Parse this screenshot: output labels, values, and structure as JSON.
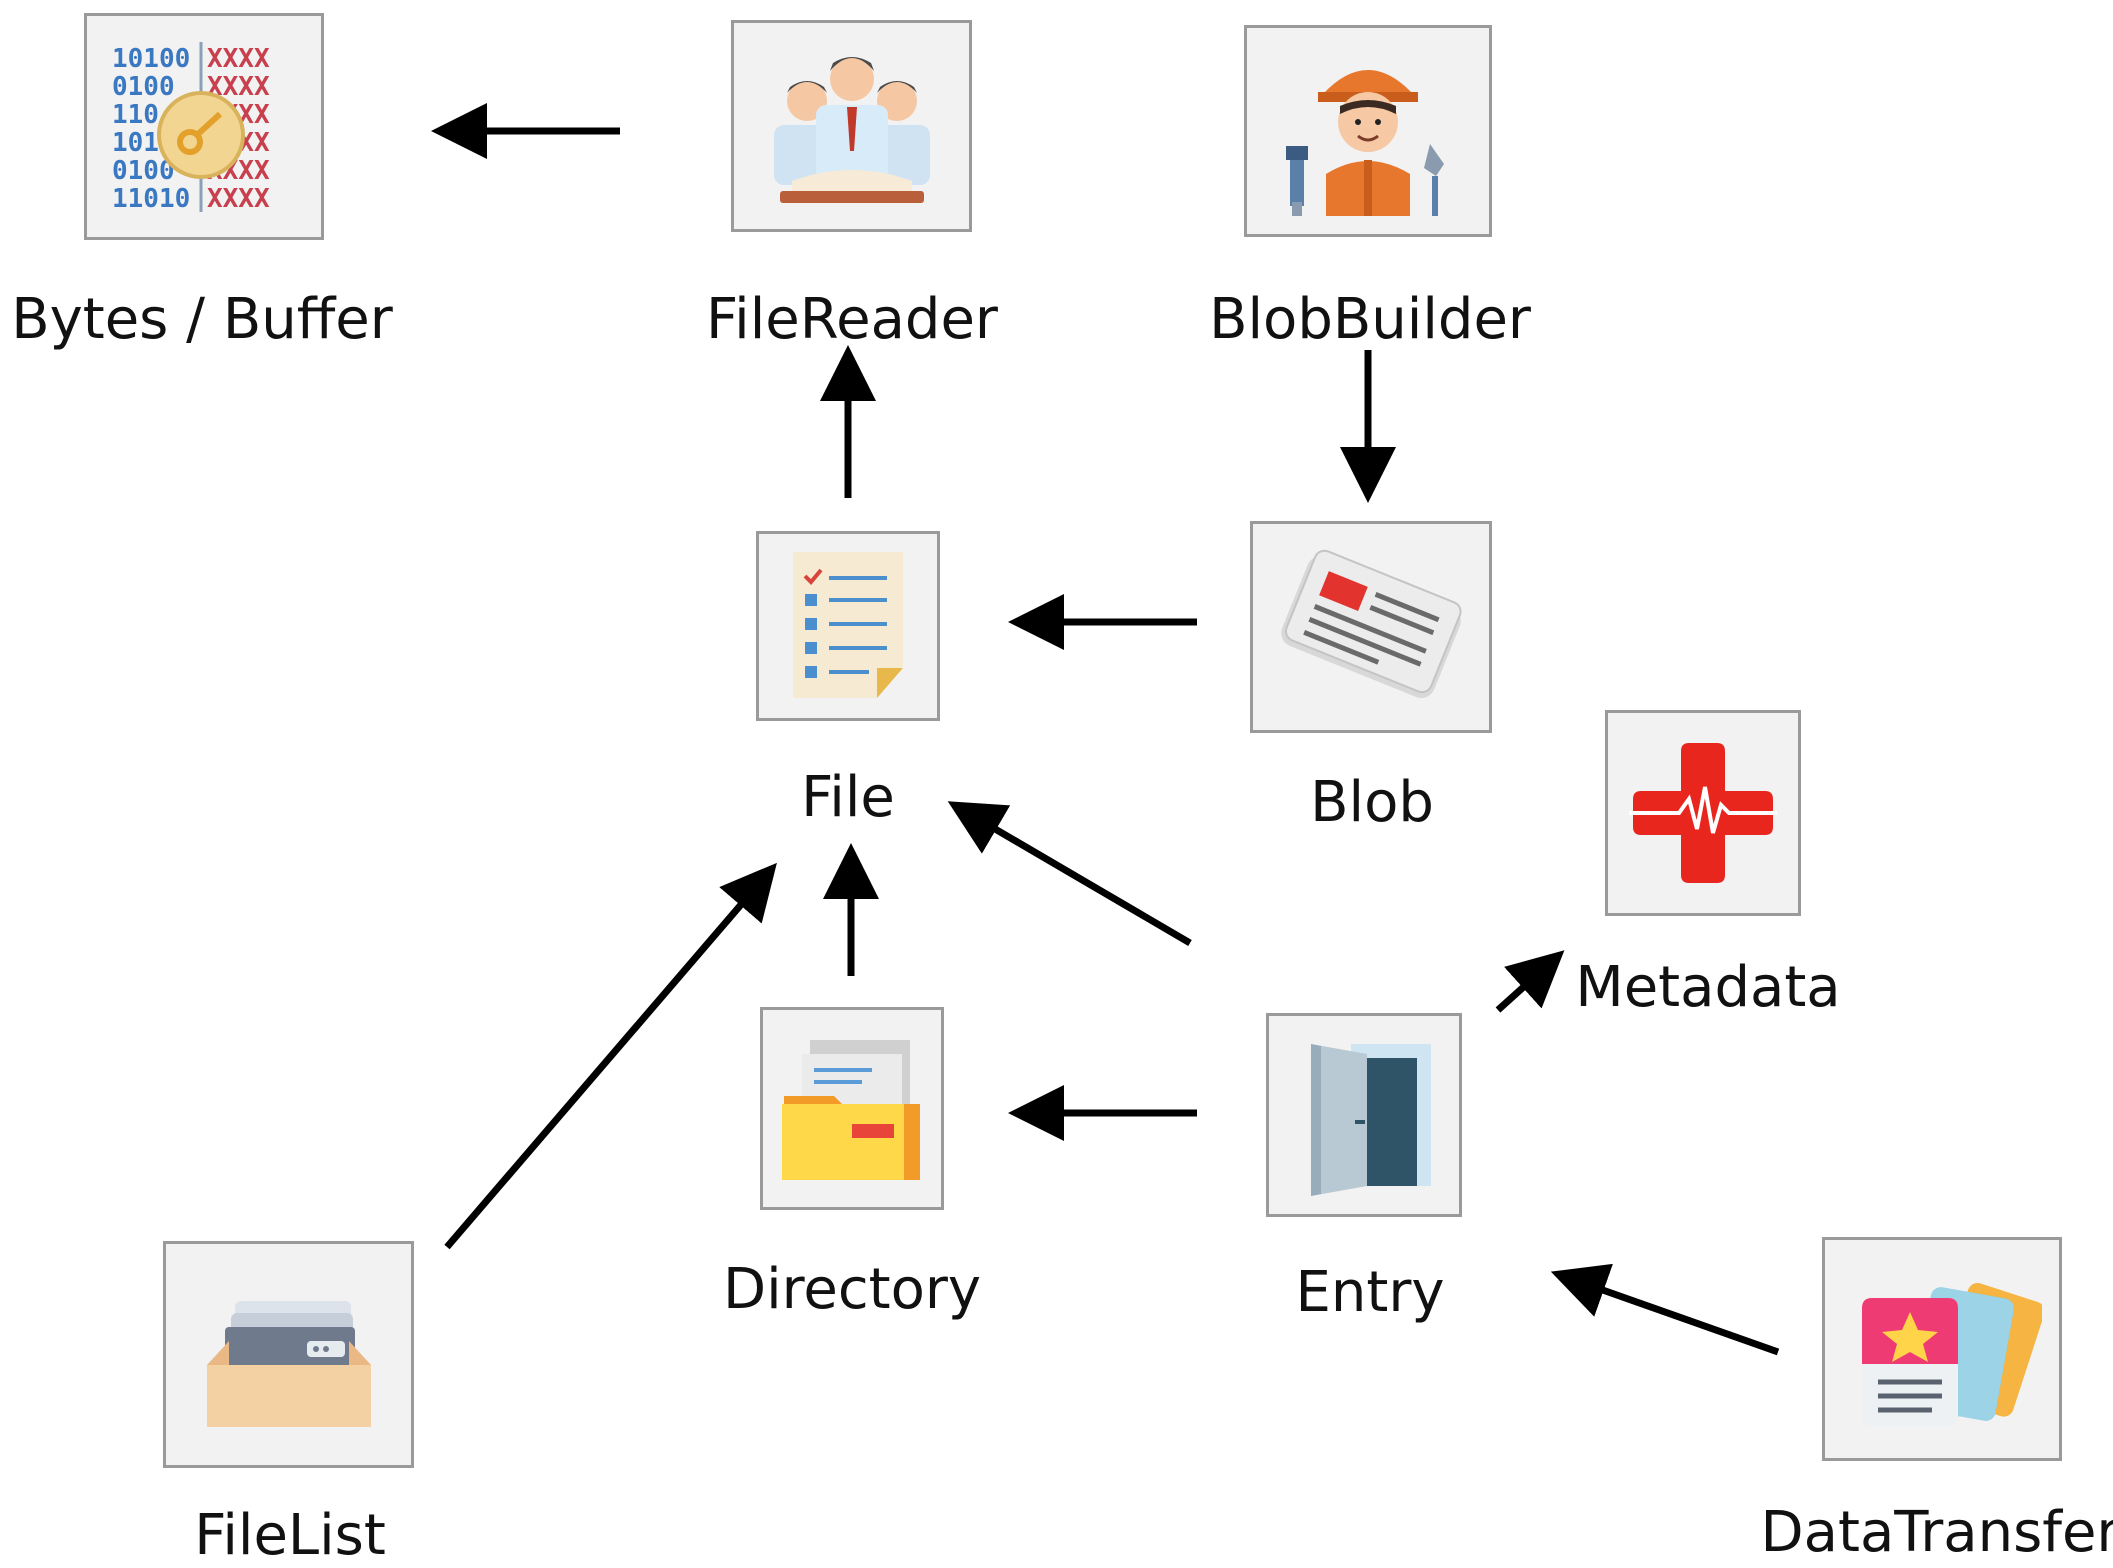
{
  "nodes": {
    "bytes_buffer": {
      "label": "Bytes / Buffer",
      "icon": "binary-key-icon"
    },
    "filereader": {
      "label": "FileReader",
      "icon": "people-book-icon"
    },
    "blobbuilder": {
      "label": "BlobBuilder",
      "icon": "construction-worker-icon"
    },
    "file": {
      "label": "File",
      "icon": "checklist-document-icon"
    },
    "blob": {
      "label": "Blob",
      "icon": "newspaper-icon"
    },
    "metadata": {
      "label": "Metadata",
      "icon": "medical-cross-icon"
    },
    "directory": {
      "label": "Directory",
      "icon": "folder-icon"
    },
    "entry": {
      "label": "Entry",
      "icon": "open-door-icon"
    },
    "filelist": {
      "label": "FileList",
      "icon": "file-drawer-icon"
    },
    "datatransfer": {
      "label": "DataTransfer",
      "icon": "cards-star-icon"
    }
  },
  "edges": [
    {
      "from": "filereader",
      "to": "bytes_buffer"
    },
    {
      "from": "file",
      "to": "filereader"
    },
    {
      "from": "blobbuilder",
      "to": "blob"
    },
    {
      "from": "blob",
      "to": "file"
    },
    {
      "from": "directory",
      "to": "file"
    },
    {
      "from": "entry",
      "to": "file"
    },
    {
      "from": "filelist",
      "to": "file"
    },
    {
      "from": "entry",
      "to": "directory"
    },
    {
      "from": "entry",
      "to": "metadata"
    },
    {
      "from": "datatransfer",
      "to": "entry"
    }
  ],
  "colors": {
    "box_fill": "#f2f2f2",
    "box_border": "#9a9a9a",
    "arrow": "#000000",
    "text": "#111111"
  }
}
